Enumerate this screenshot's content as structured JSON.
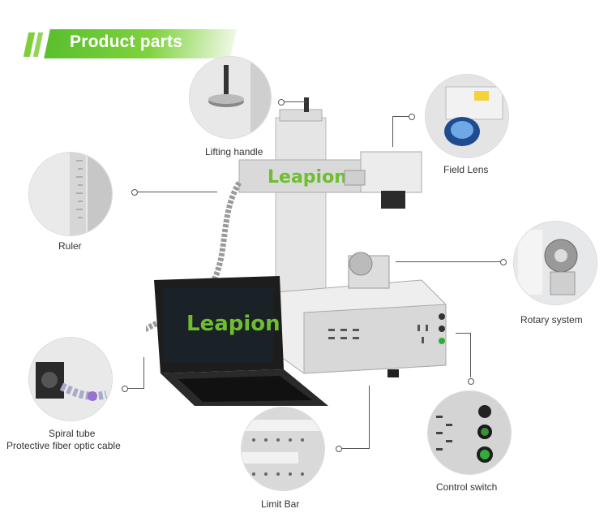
{
  "header": {
    "title": "Product parts",
    "accent": "#6cc832"
  },
  "brand": {
    "logo_text": "Leapion",
    "color": "#6fbe2f"
  },
  "parts": {
    "lifting_handle": "Lifting handle",
    "field_lens": "Field Lens",
    "ruler": "Ruler",
    "rotary_system": "Rotary system",
    "spiral_tube": "Spiral tube",
    "fiber_cable": "Protective fiber optic cable",
    "limit_bar": "Limit Bar",
    "control_switch": "Control switch"
  }
}
